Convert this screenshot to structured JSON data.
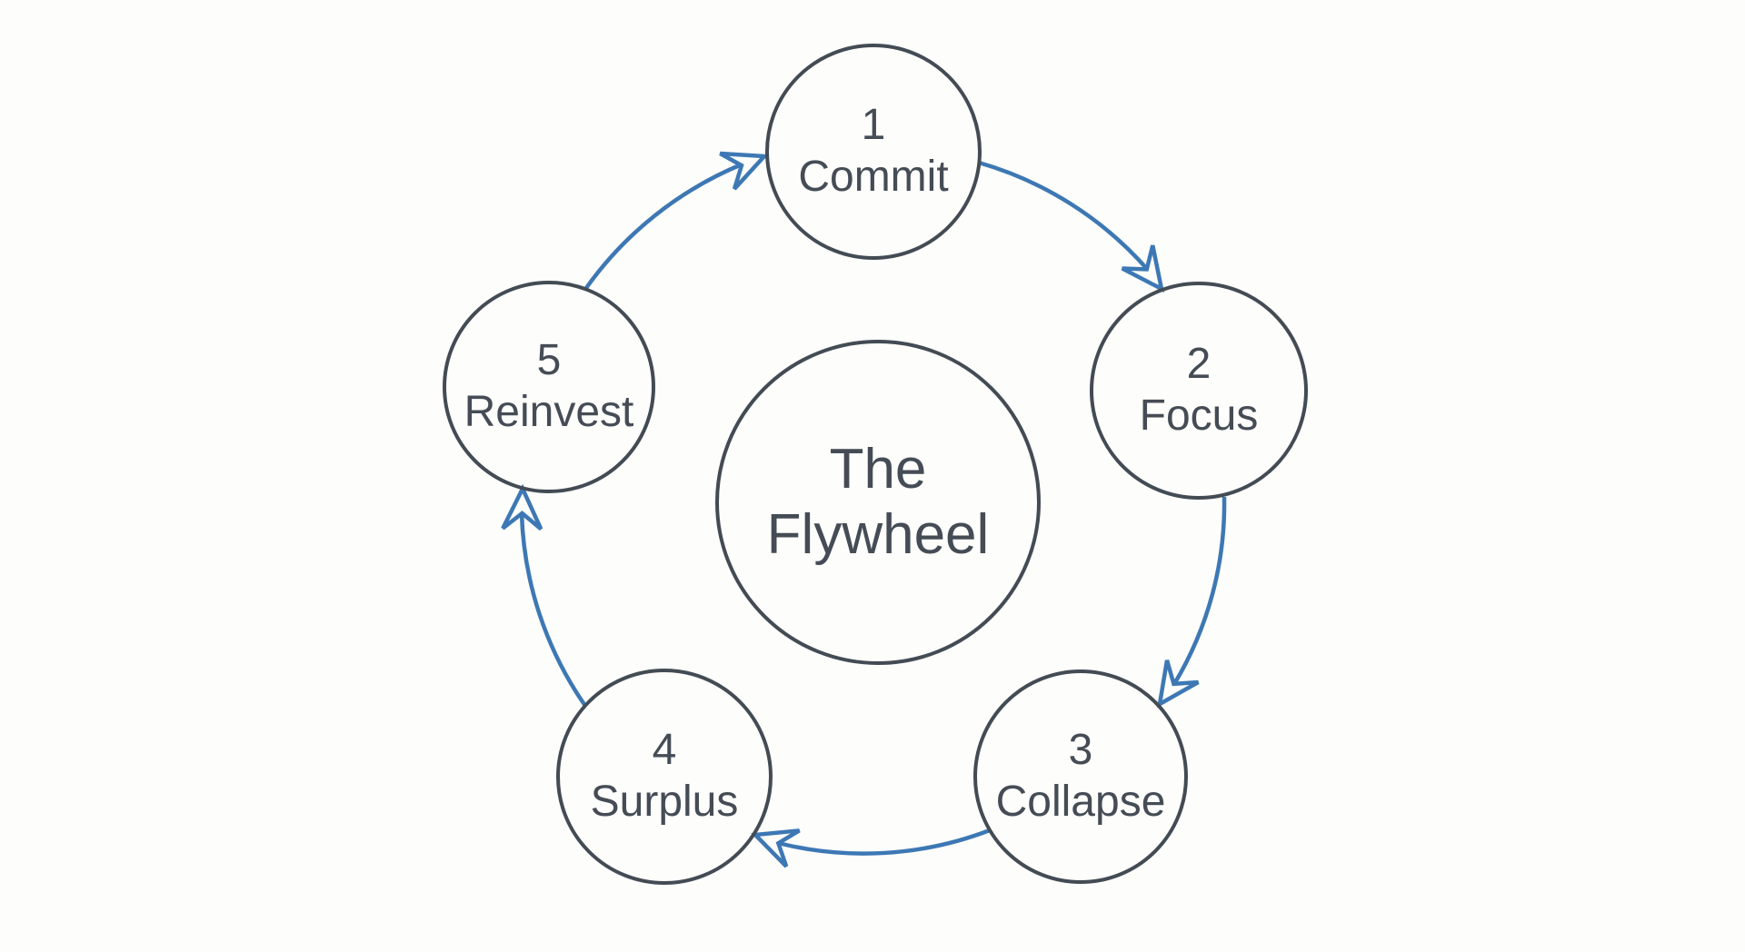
{
  "diagram": {
    "center": {
      "title": "The Flywheel"
    },
    "nodes": [
      {
        "number": "1",
        "label": "Commit"
      },
      {
        "number": "2",
        "label": "Focus"
      },
      {
        "number": "3",
        "label": "Collapse"
      },
      {
        "number": "4",
        "label": "Surplus"
      },
      {
        "number": "5",
        "label": "Reinvest"
      }
    ],
    "arrows": [
      {
        "from": "Reinvest",
        "to": "Commit"
      },
      {
        "from": "Commit",
        "to": "Focus"
      },
      {
        "from": "Focus",
        "to": "Collapse"
      },
      {
        "from": "Collapse",
        "to": "Surplus"
      },
      {
        "from": "Surplus",
        "to": "Reinvest"
      }
    ],
    "colors": {
      "background": "#fdfdfb",
      "circle_stroke": "#434b54",
      "text": "#454c55",
      "arrow": "#3d78b4"
    }
  }
}
